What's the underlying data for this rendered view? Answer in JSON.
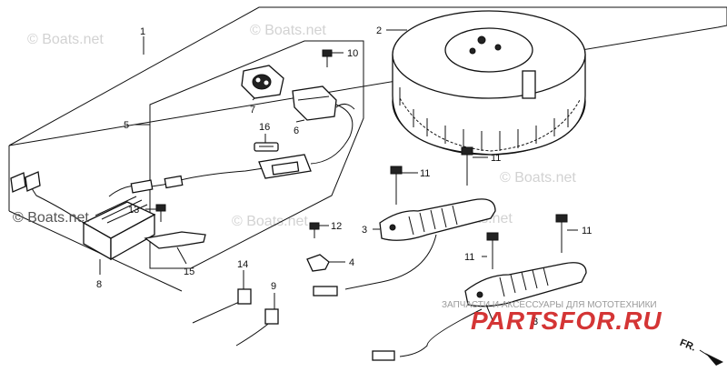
{
  "callouts": {
    "c1": "1",
    "c2": "2",
    "c3a": "3",
    "c3b": "3",
    "c4": "4",
    "c5": "5",
    "c6": "6",
    "c7": "7",
    "c8": "8",
    "c9": "9",
    "c10": "10",
    "c11a": "11",
    "c11b": "11",
    "c11c": "11",
    "c11d": "11",
    "c12": "12",
    "c13": "13",
    "c14": "14",
    "c15": "15",
    "c16": "16"
  },
  "watermarks": {
    "boats_top": "© Boats.net",
    "boats_top2": "© Boats.net",
    "boats_mid": "© Boats.net",
    "boats_left": "© Boats.net",
    "boats_right": "© Boats.net",
    "boats_bottom": "© Boats.net",
    "brand_sub": "ЗАПЧАСТИ И АКСЕССУАРЫ ДЛЯ МОТОТЕХНИКИ",
    "brand_main": "PARTSFOR.RU"
  },
  "direction_label": "FR.",
  "colors": {
    "brand_red": "#d02020",
    "watermark_gray": "#d2d2d2",
    "line": "#111111"
  }
}
